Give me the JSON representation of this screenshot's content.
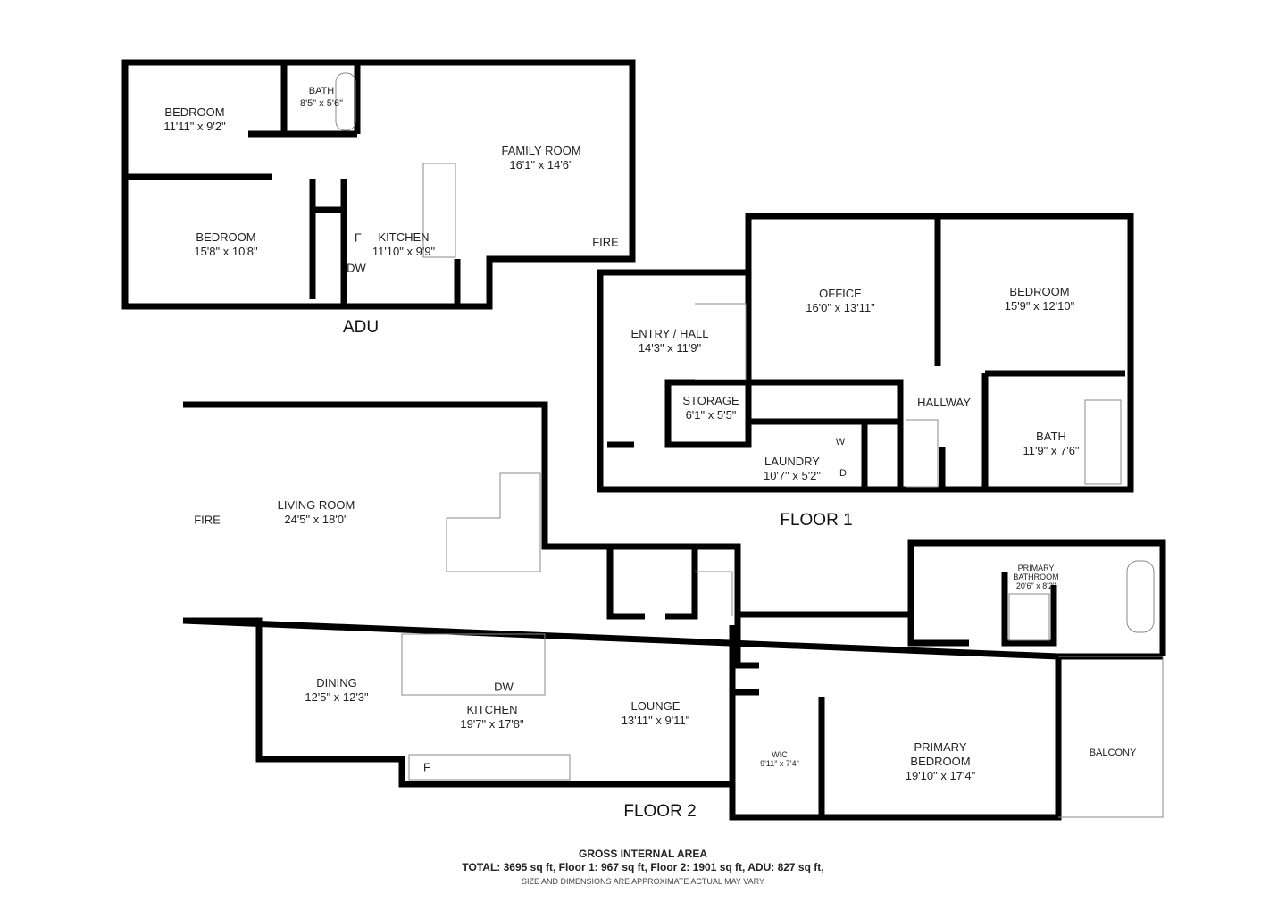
{
  "adu": {
    "title": "ADU",
    "rooms": [
      {
        "name": "BEDROOM",
        "dims": "11'11\" x 9'2\""
      },
      {
        "name": "BATH",
        "dims": "8'5\" x 5'6\""
      },
      {
        "name": "FAMILY ROOM",
        "dims": "16'1\" x 14'6\""
      },
      {
        "name": "BEDROOM",
        "dims": "15'8\" x 10'8\""
      },
      {
        "name": "KITCHEN",
        "dims": "11'10\" x 9'9\""
      }
    ],
    "fixtures": {
      "fridge": "F",
      "dishwasher": "DW",
      "fireplace": "FIRE"
    }
  },
  "floor1": {
    "title": "FLOOR 1",
    "rooms": [
      {
        "name": "ENTRY / HALL",
        "dims": "14'3\" x 11'9\""
      },
      {
        "name": "OFFICE",
        "dims": "16'0\" x 13'11\""
      },
      {
        "name": "BEDROOM",
        "dims": "15'9\" x 12'10\""
      },
      {
        "name": "STORAGE",
        "dims": "6'1\" x 5'5\""
      },
      {
        "name": "HALLWAY",
        "dims": ""
      },
      {
        "name": "LAUNDRY",
        "dims": "10'7\" x 5'2\""
      },
      {
        "name": "BATH",
        "dims": "11'9\" x 7'6\""
      }
    ],
    "fixtures": {
      "washer": "W",
      "dryer": "D"
    }
  },
  "floor2": {
    "title": "FLOOR 2",
    "rooms": [
      {
        "name": "LIVING ROOM",
        "dims": "24'5\" x 18'0\""
      },
      {
        "name": "DINING",
        "dims": "12'5\" x 12'3\""
      },
      {
        "name": "KITCHEN",
        "dims": "19'7\" x 17'8\""
      },
      {
        "name": "LOUNGE",
        "dims": "13'11\" x 9'11\""
      },
      {
        "name": "PRIMARY BATHROOM",
        "dims": "20'6\" x 8'2\""
      },
      {
        "name": "WIC",
        "dims": "9'11\" x 7'4\""
      },
      {
        "name": "PRIMARY BEDROOM",
        "dims": "19'10\" x 17'4\""
      },
      {
        "name": "BALCONY",
        "dims": ""
      }
    ],
    "fixtures": {
      "fireplace": "FIRE",
      "dishwasher": "DW",
      "fridge": "F"
    }
  },
  "footer": {
    "heading": "GROSS INTERNAL AREA",
    "totals": "TOTAL: 3695 sq ft, Floor 1: 967 sq ft, Floor 2: 1901 sq ft, ADU: 827 sq ft,",
    "disclaimer": "SIZE AND DIMENSIONS ARE APPROXIMATE ACTUAL MAY VARY"
  }
}
